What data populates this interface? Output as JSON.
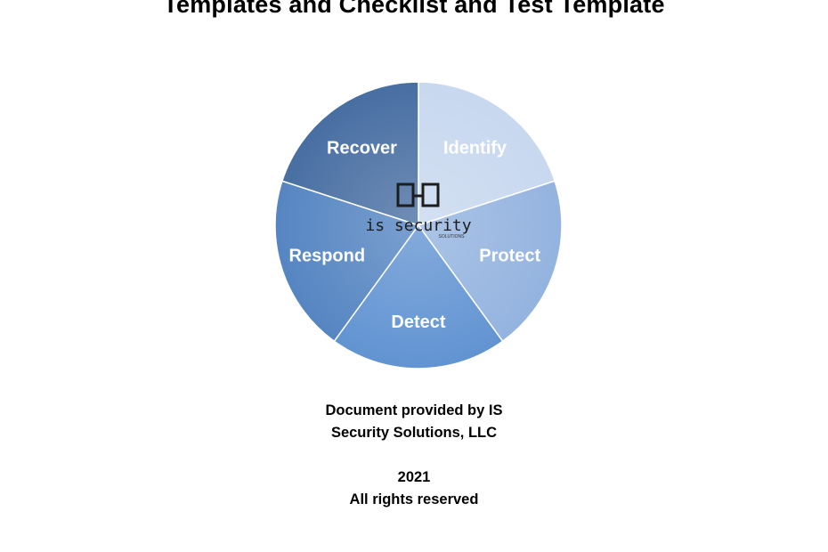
{
  "document": {
    "title": "Templates and Checklist and Test Template"
  },
  "wheel": {
    "segments": [
      {
        "label": "Identify",
        "color": "#c5d6ee"
      },
      {
        "label": "Protect",
        "color": "#8fb0de"
      },
      {
        "label": "Detect",
        "color": "#5b8fd0"
      },
      {
        "label": "Respond",
        "color": "#4e80bf"
      },
      {
        "label": "Recover",
        "color": "#40689e"
      }
    ]
  },
  "logo": {
    "name": "is security",
    "tagline": "SOLUTIONS"
  },
  "footer": {
    "provided_line1": "Document provided by IS",
    "provided_line2": "Security Solutions, LLC",
    "year": "2021",
    "rights": "All rights reserved"
  }
}
